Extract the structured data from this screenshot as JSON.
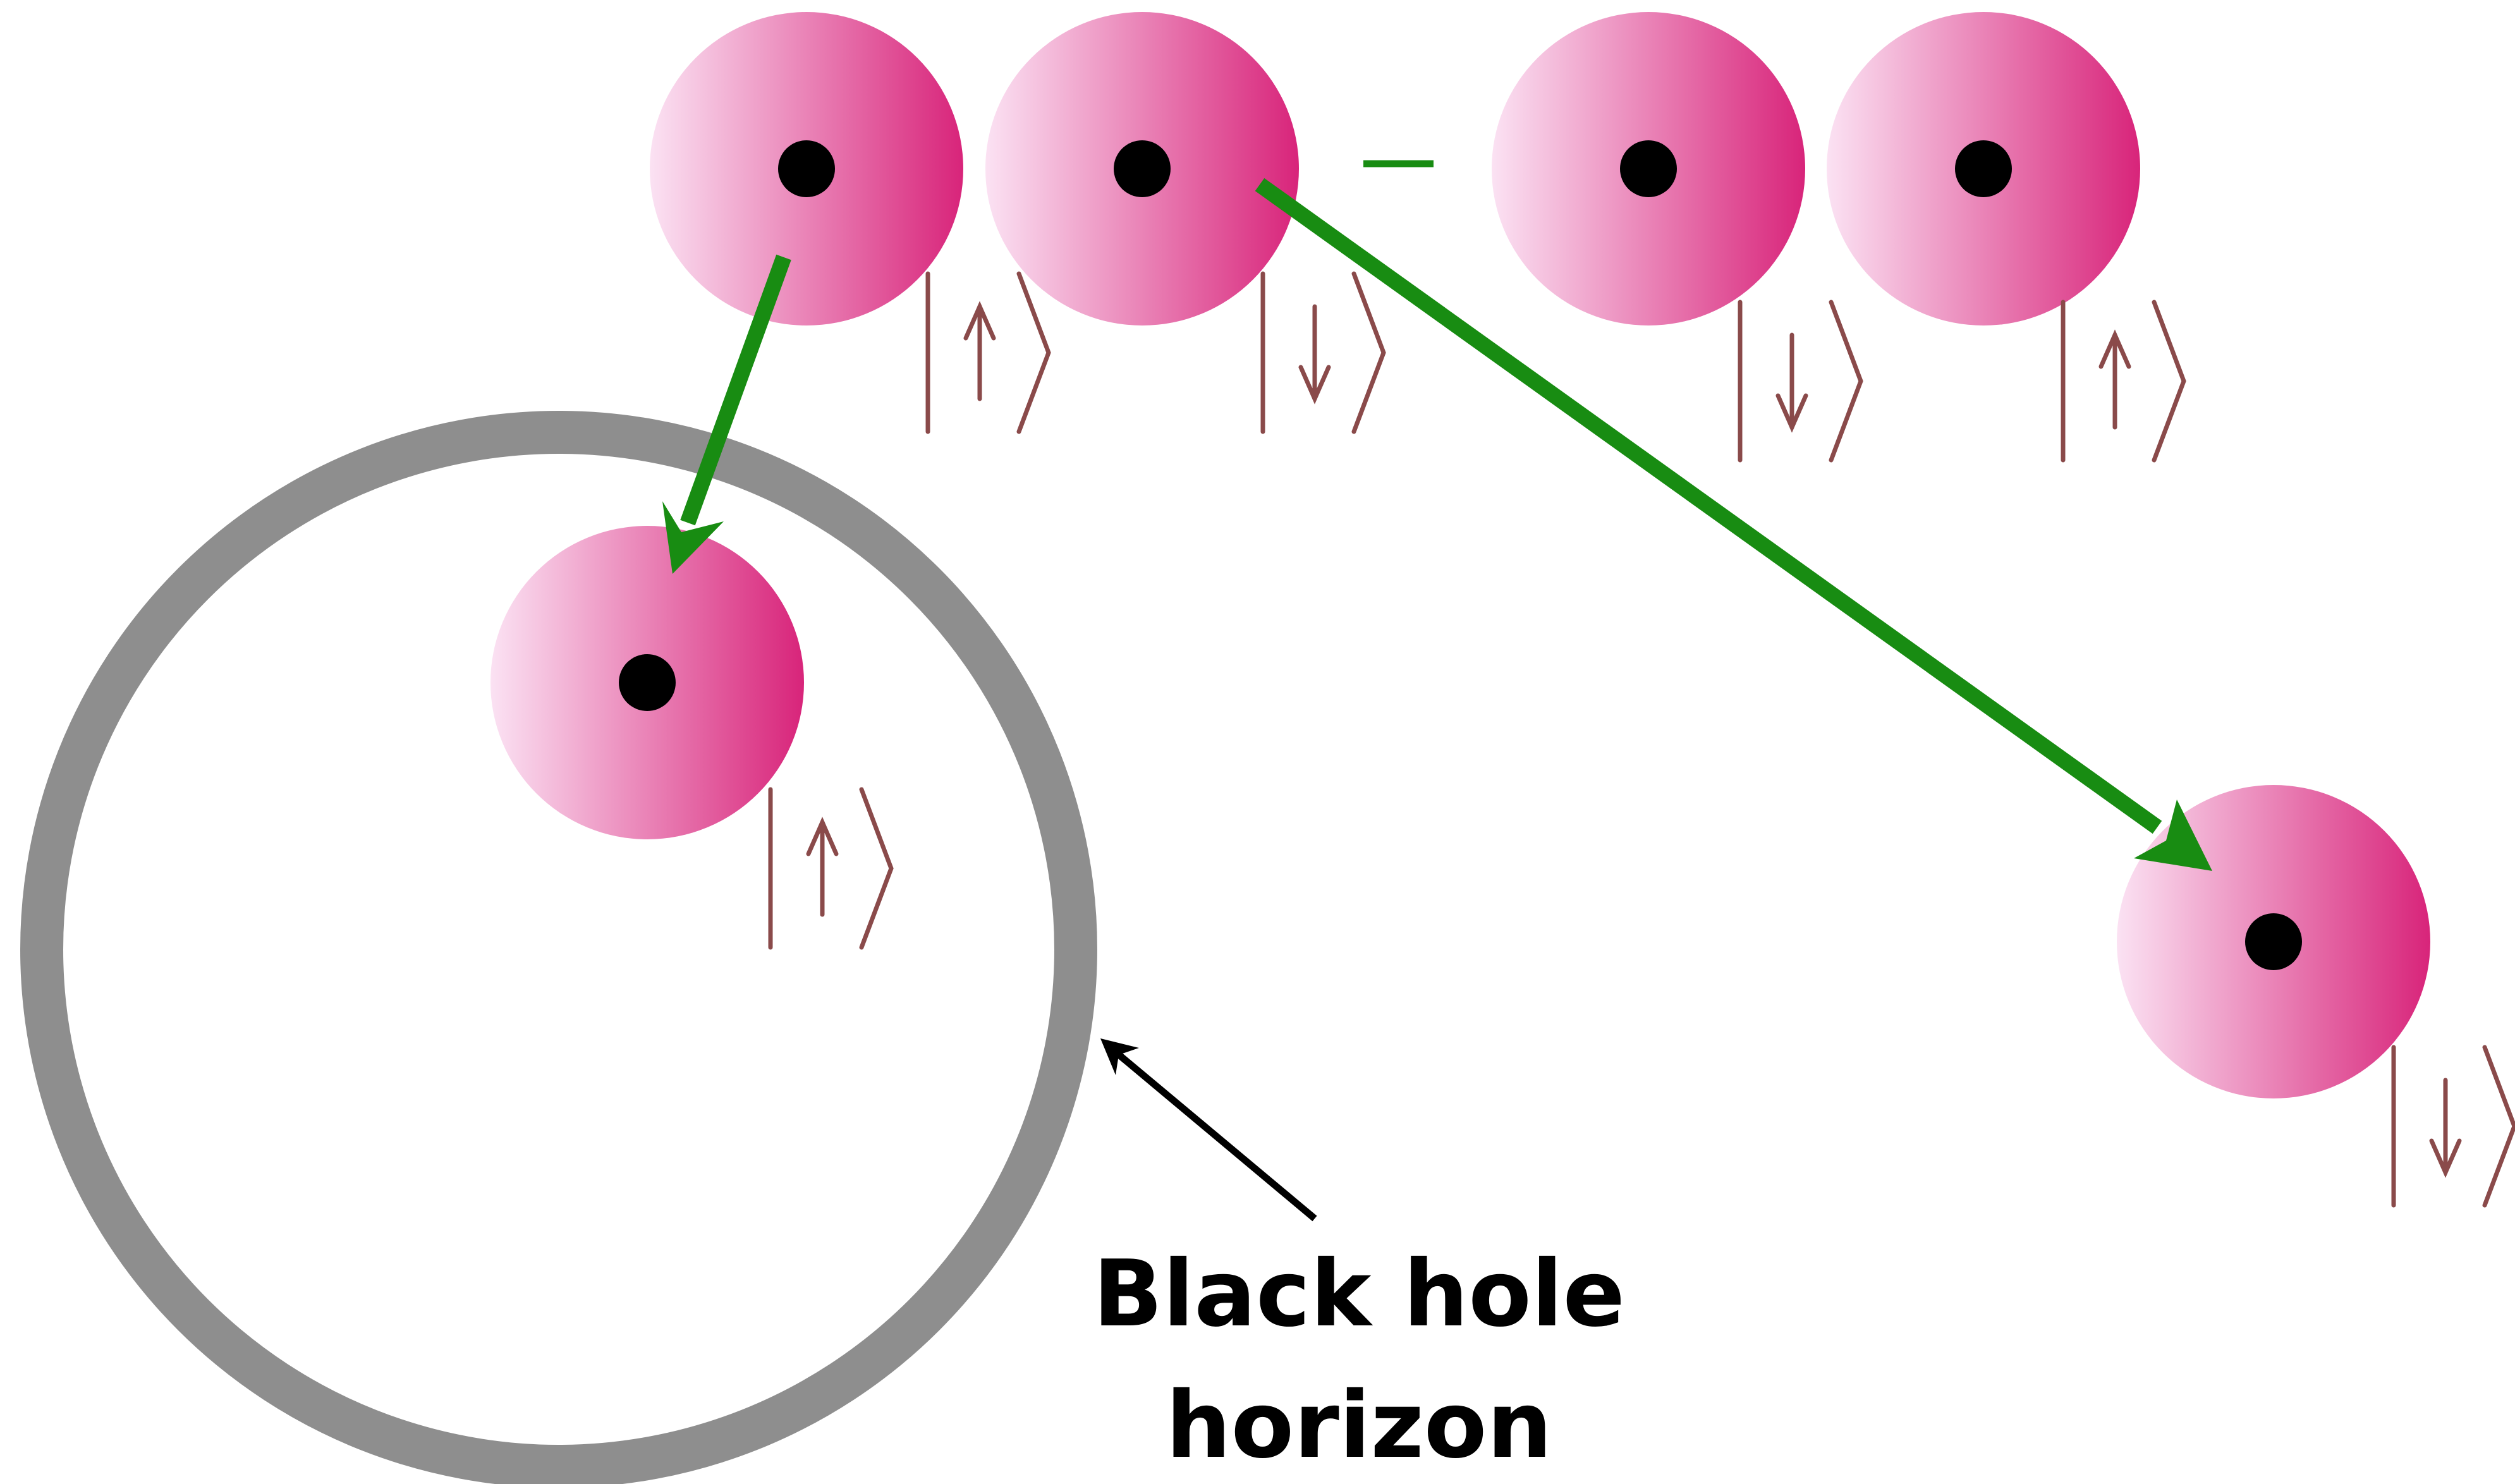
{
  "caption": {
    "line1": "Black hole",
    "line2": "horizon"
  },
  "operator": {
    "minus": "−"
  },
  "colors": {
    "particle_light": "#fbe2f3",
    "particle_dark": "#d8247a",
    "nucleus": "#000000",
    "horizon_ring": "#8e8e8e",
    "green_arrow": "#188c12",
    "ket": "#8a4a4a",
    "pointer": "#000000"
  },
  "icons": {
    "particle": "particle-sphere-icon",
    "spin_up": "spin-up-ket-icon",
    "spin_down": "spin-down-ket-icon"
  },
  "states": {
    "pair_one": [
      "up",
      "down"
    ],
    "pair_two": [
      "down",
      "up"
    ],
    "infalling": "up",
    "escaping": "down"
  }
}
